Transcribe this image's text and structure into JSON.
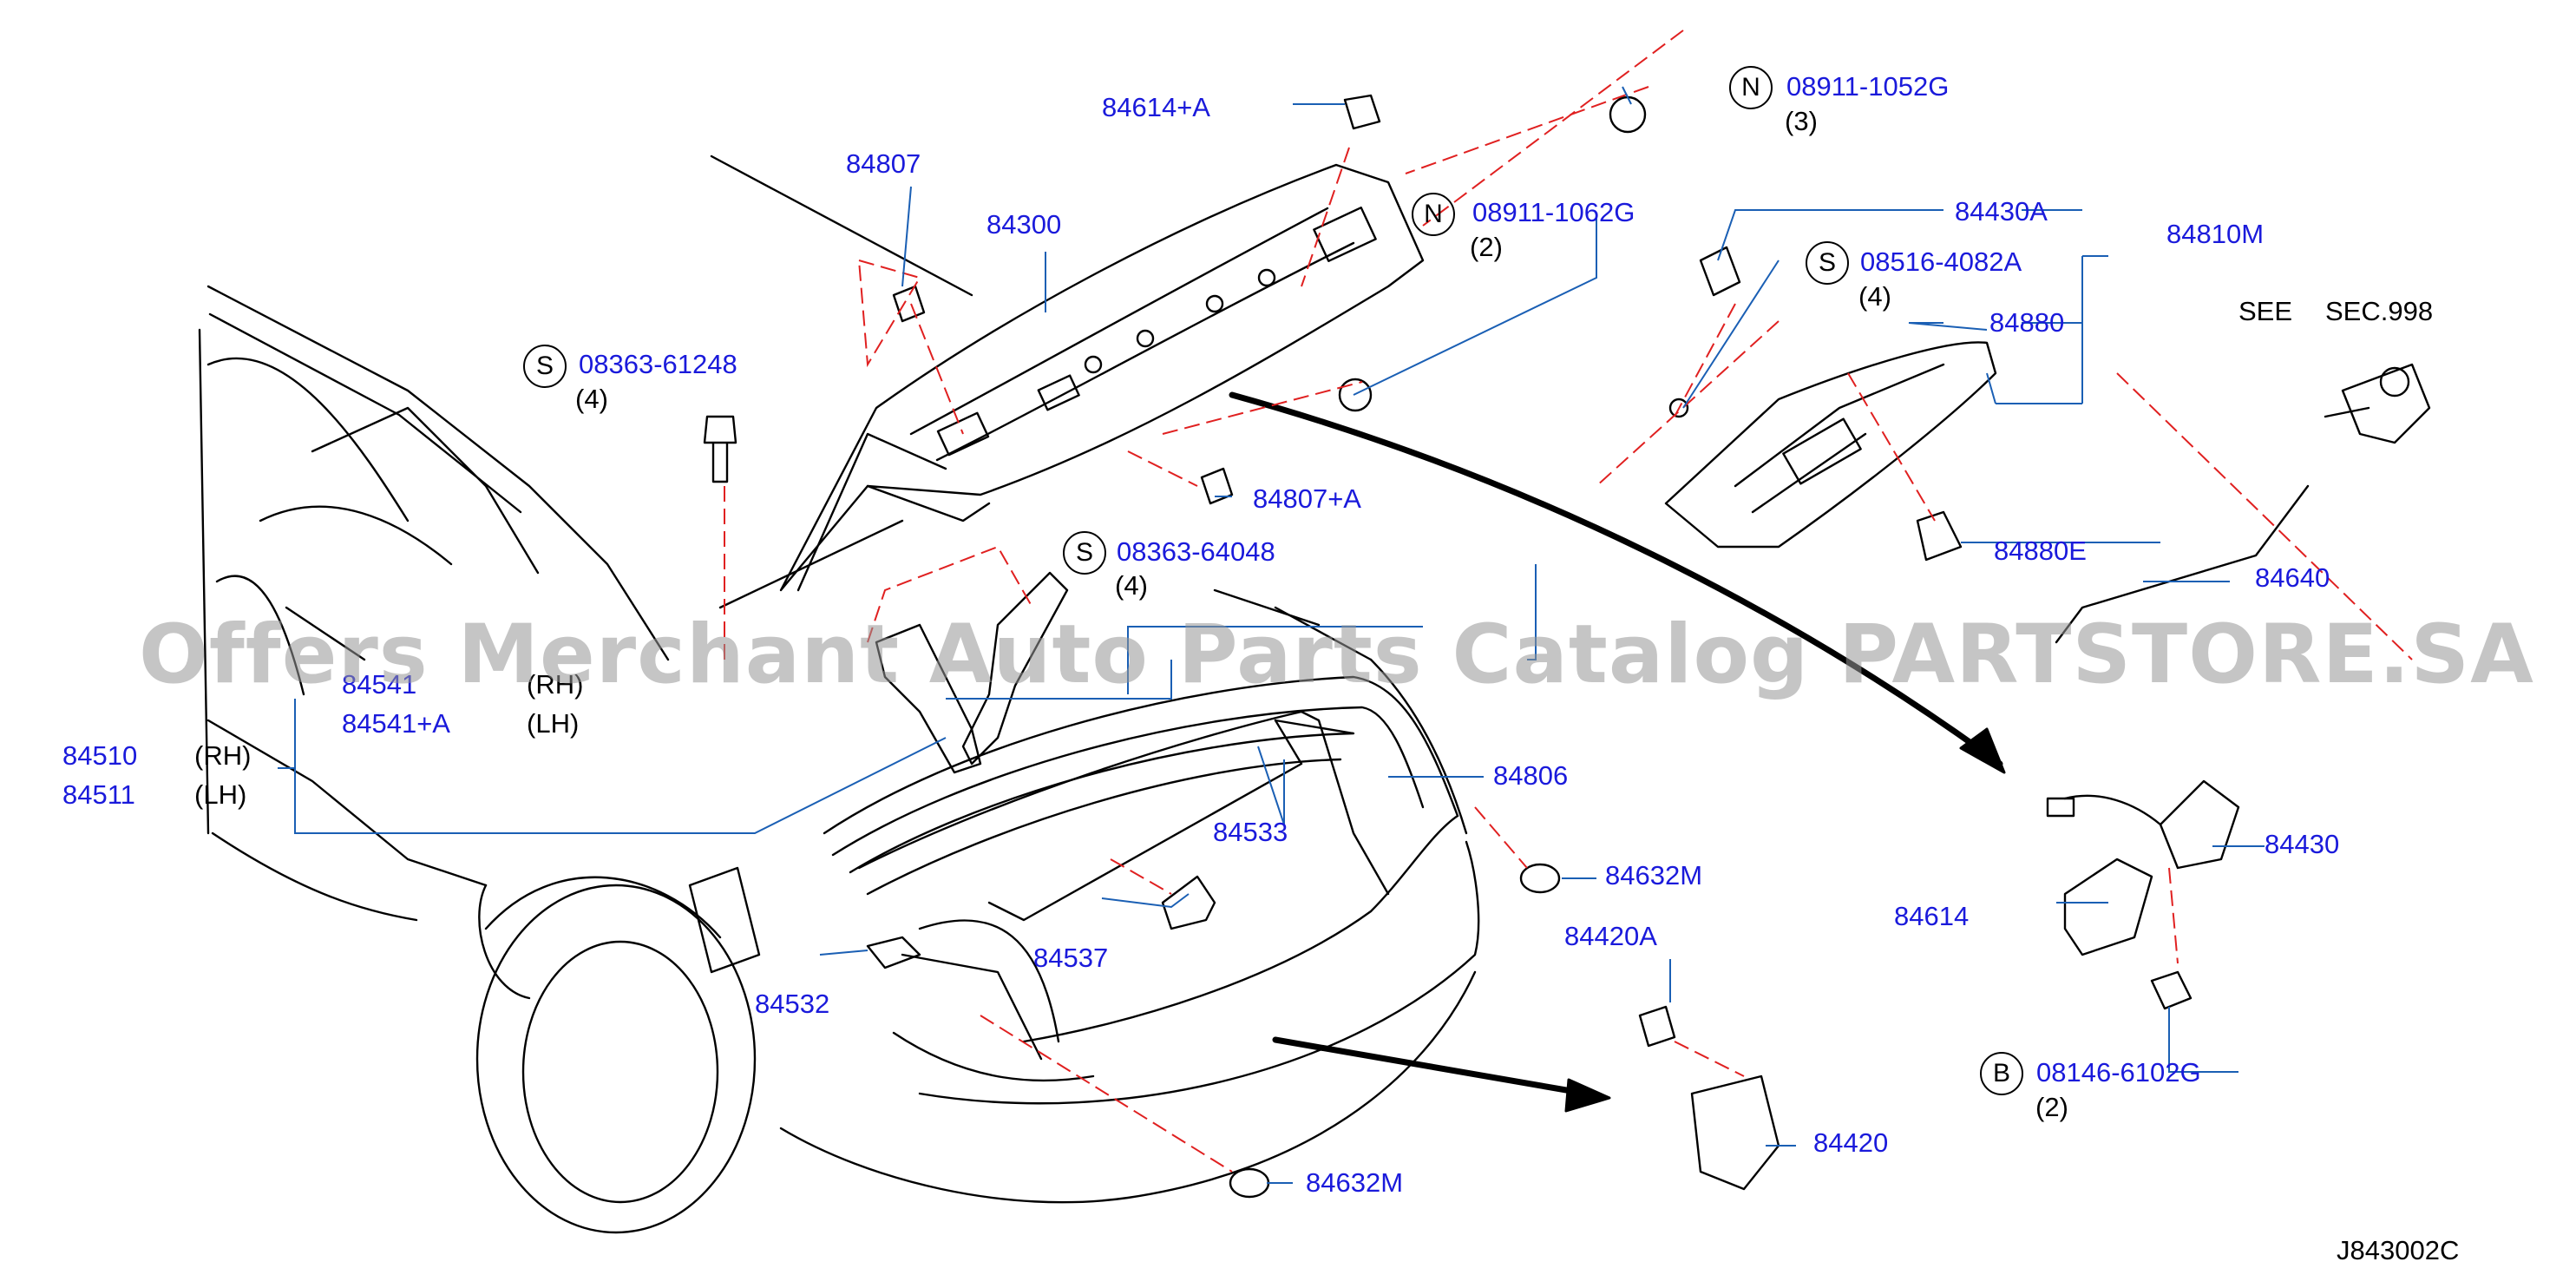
{
  "watermark": "Offers Merchant Auto Parts Catalog PARTSTORE.SA",
  "diagram_code": "J843002C",
  "see_ref": {
    "see": "SEE",
    "sec": "SEC.998"
  },
  "colors": {
    "part_label": "#1a1adb",
    "leader": "#1a5fb4",
    "dash": "#e02020",
    "outline": "#000000"
  },
  "parts": {
    "p84614A": "84614+A",
    "p84807": "84807",
    "p84300": "84300",
    "n1": {
      "symbol": "N",
      "num": "08911-1052G",
      "qty": "(3)"
    },
    "n2": {
      "symbol": "N",
      "num": "08911-1062G",
      "qty": "(2)"
    },
    "p84430A": "84430A",
    "p84810M": "84810M",
    "s1": {
      "symbol": "S",
      "num": "08516-4082A",
      "qty": "(4)"
    },
    "p84880": "84880",
    "s2": {
      "symbol": "S",
      "num": "08363-61248",
      "qty": "(4)"
    },
    "p84807A": "84807+A",
    "p84880E": "84880E",
    "s3": {
      "symbol": "S",
      "num": "08363-64048",
      "qty": "(4)"
    },
    "p84640": "84640",
    "p84541": "84541",
    "p84541A": "84541+A",
    "rh": "(RH)",
    "lh": "(LH)",
    "p84510": "84510",
    "p84511": "84511",
    "p84806": "84806",
    "p84533": "84533",
    "p84430": "84430",
    "p84614": "84614",
    "p84632M_a": "84632M",
    "p84537": "84537",
    "p84420A": "84420A",
    "p84532": "84532",
    "b1": {
      "symbol": "B",
      "num": "08146-6102G",
      "qty": "(2)"
    },
    "p84420": "84420",
    "p84632M_b": "84632M"
  }
}
